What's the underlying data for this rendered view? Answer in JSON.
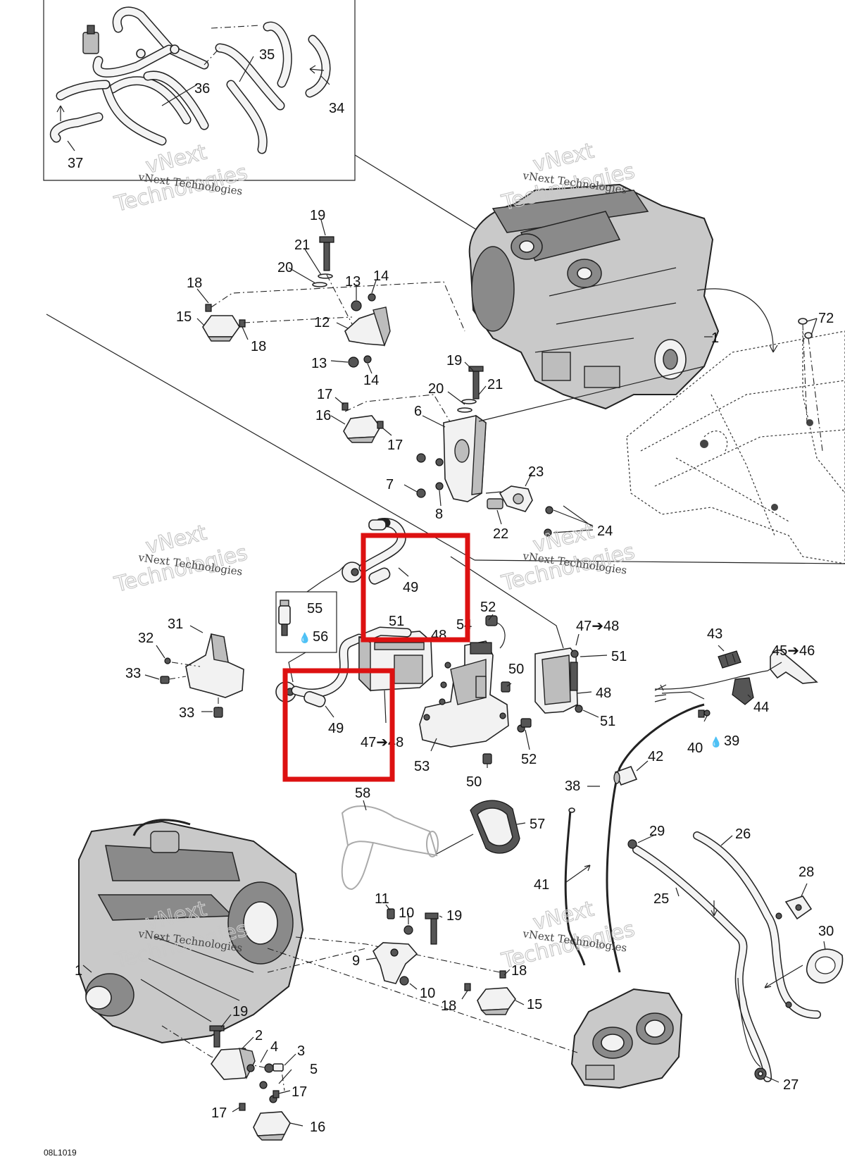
{
  "diagram": {
    "drawing_code": "08L1019",
    "watermark": {
      "line1": "vNext",
      "line2": "Technologies",
      "small": "vNext Technologies"
    },
    "arrow_glyph": "➔",
    "oil_glyph": "💧",
    "highlight_color": "#dd1111",
    "labels": {
      "n1": "1",
      "n2": "2",
      "n3": "3",
      "n4": "4",
      "n5": "5",
      "n6": "6",
      "n7": "7",
      "n8": "8",
      "n9": "9",
      "n10": "10",
      "n11": "11",
      "n12": "12",
      "n13": "13",
      "n14": "14",
      "n15": "15",
      "n16": "16",
      "n17": "17",
      "n18": "18",
      "n19": "19",
      "n20": "20",
      "n21": "21",
      "n22": "22",
      "n23": "23",
      "n24": "24",
      "n25": "25",
      "n26": "26",
      "n27": "27",
      "n28": "28",
      "n29": "29",
      "n30": "30",
      "n31": "31",
      "n32": "32",
      "n33": "33",
      "n34": "34",
      "n35": "35",
      "n36": "36",
      "n37": "37",
      "n38": "38",
      "n39": "39",
      "n40": "40",
      "n41": "41",
      "n42": "42",
      "n43": "43",
      "n44": "44",
      "n45_46": "45➔46",
      "n47_48": "47➔48",
      "n48": "48",
      "n49": "49",
      "n50": "50",
      "n51": "51",
      "n52": "52",
      "n53": "53",
      "n54": "54",
      "n55": "55",
      "n56": "56",
      "n57": "57",
      "n58": "58",
      "n72": "72"
    }
  }
}
